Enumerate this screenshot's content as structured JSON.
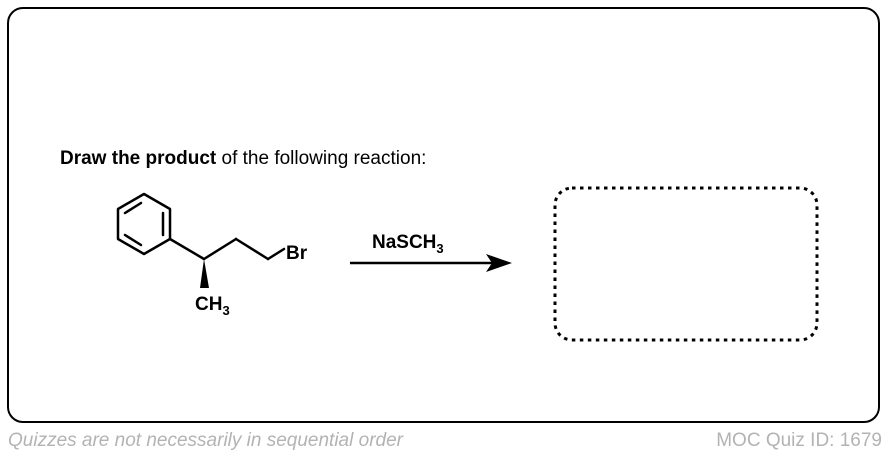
{
  "question": {
    "bold_text": "Draw the product",
    "rest_text": " of the following reaction:"
  },
  "molecule": {
    "bromine_label": "Br",
    "methyl_label": "CH",
    "methyl_subscript": "3"
  },
  "reagent": {
    "label": "NaSCH",
    "subscript": "3"
  },
  "answer_box": {
    "style": "dotted"
  },
  "footer": {
    "note": "Quizzes are not necessarily in sequential order",
    "quiz_id": "MOC Quiz ID: 1679"
  }
}
